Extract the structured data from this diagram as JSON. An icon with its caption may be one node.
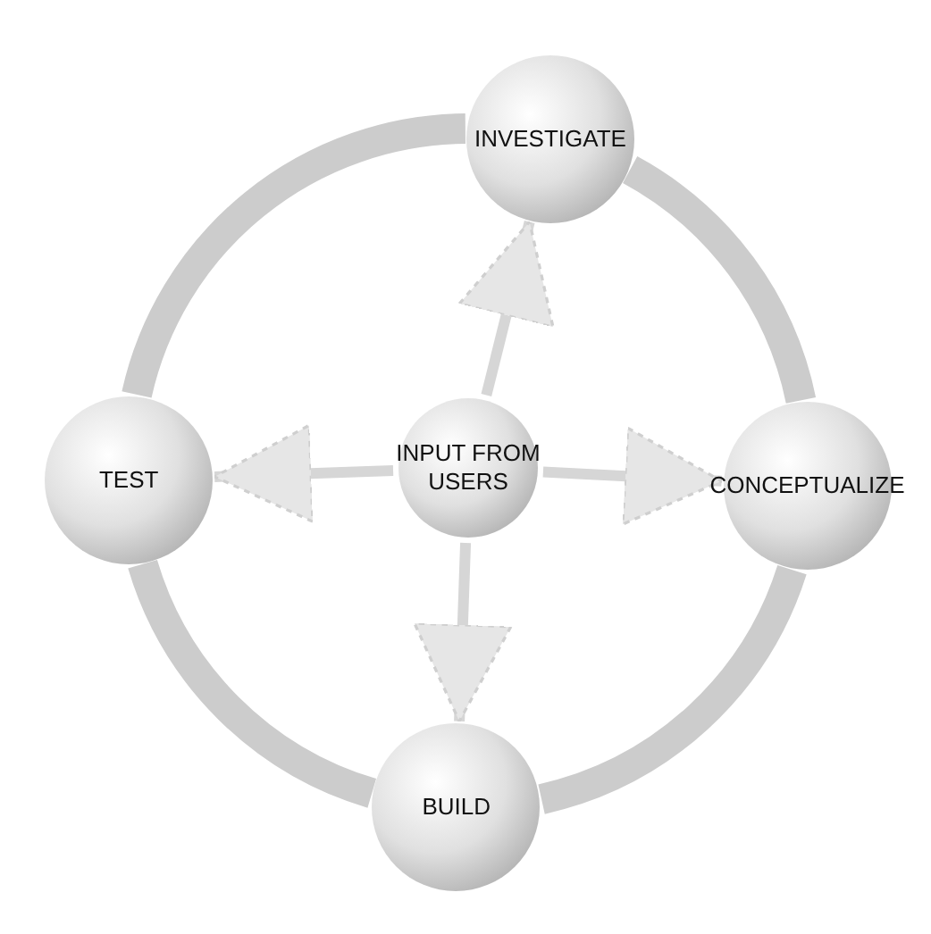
{
  "diagram": {
    "nodes": [
      {
        "text": [
          "INVESTIGATE"
        ]
      },
      {
        "text": [
          "CONCEPTUALIZE"
        ]
      },
      {
        "text": [
          "BUILD"
        ]
      },
      {
        "text": [
          "TEST"
        ]
      },
      {
        "text": [
          "INPUT FROM USERS"
        ]
      }
    ],
    "edges": [
      {
        "from": 0,
        "to": 1,
        "arrow": "none",
        "style": "thick"
      },
      {
        "from": 1,
        "to": 2,
        "arrow": "none",
        "style": "thick"
      },
      {
        "from": 2,
        "to": 3,
        "arrow": "none",
        "style": "thick"
      },
      {
        "from": 3,
        "to": 0,
        "arrow": "none",
        "style": "thick"
      },
      {
        "from": 4,
        "to": 0,
        "arrow": "to"
      },
      {
        "from": 4,
        "to": 1,
        "arrow": "to"
      },
      {
        "from": 4,
        "to": 2,
        "arrow": "to"
      },
      {
        "from": 4,
        "to": 3,
        "arrow": "to"
      }
    ]
  }
}
